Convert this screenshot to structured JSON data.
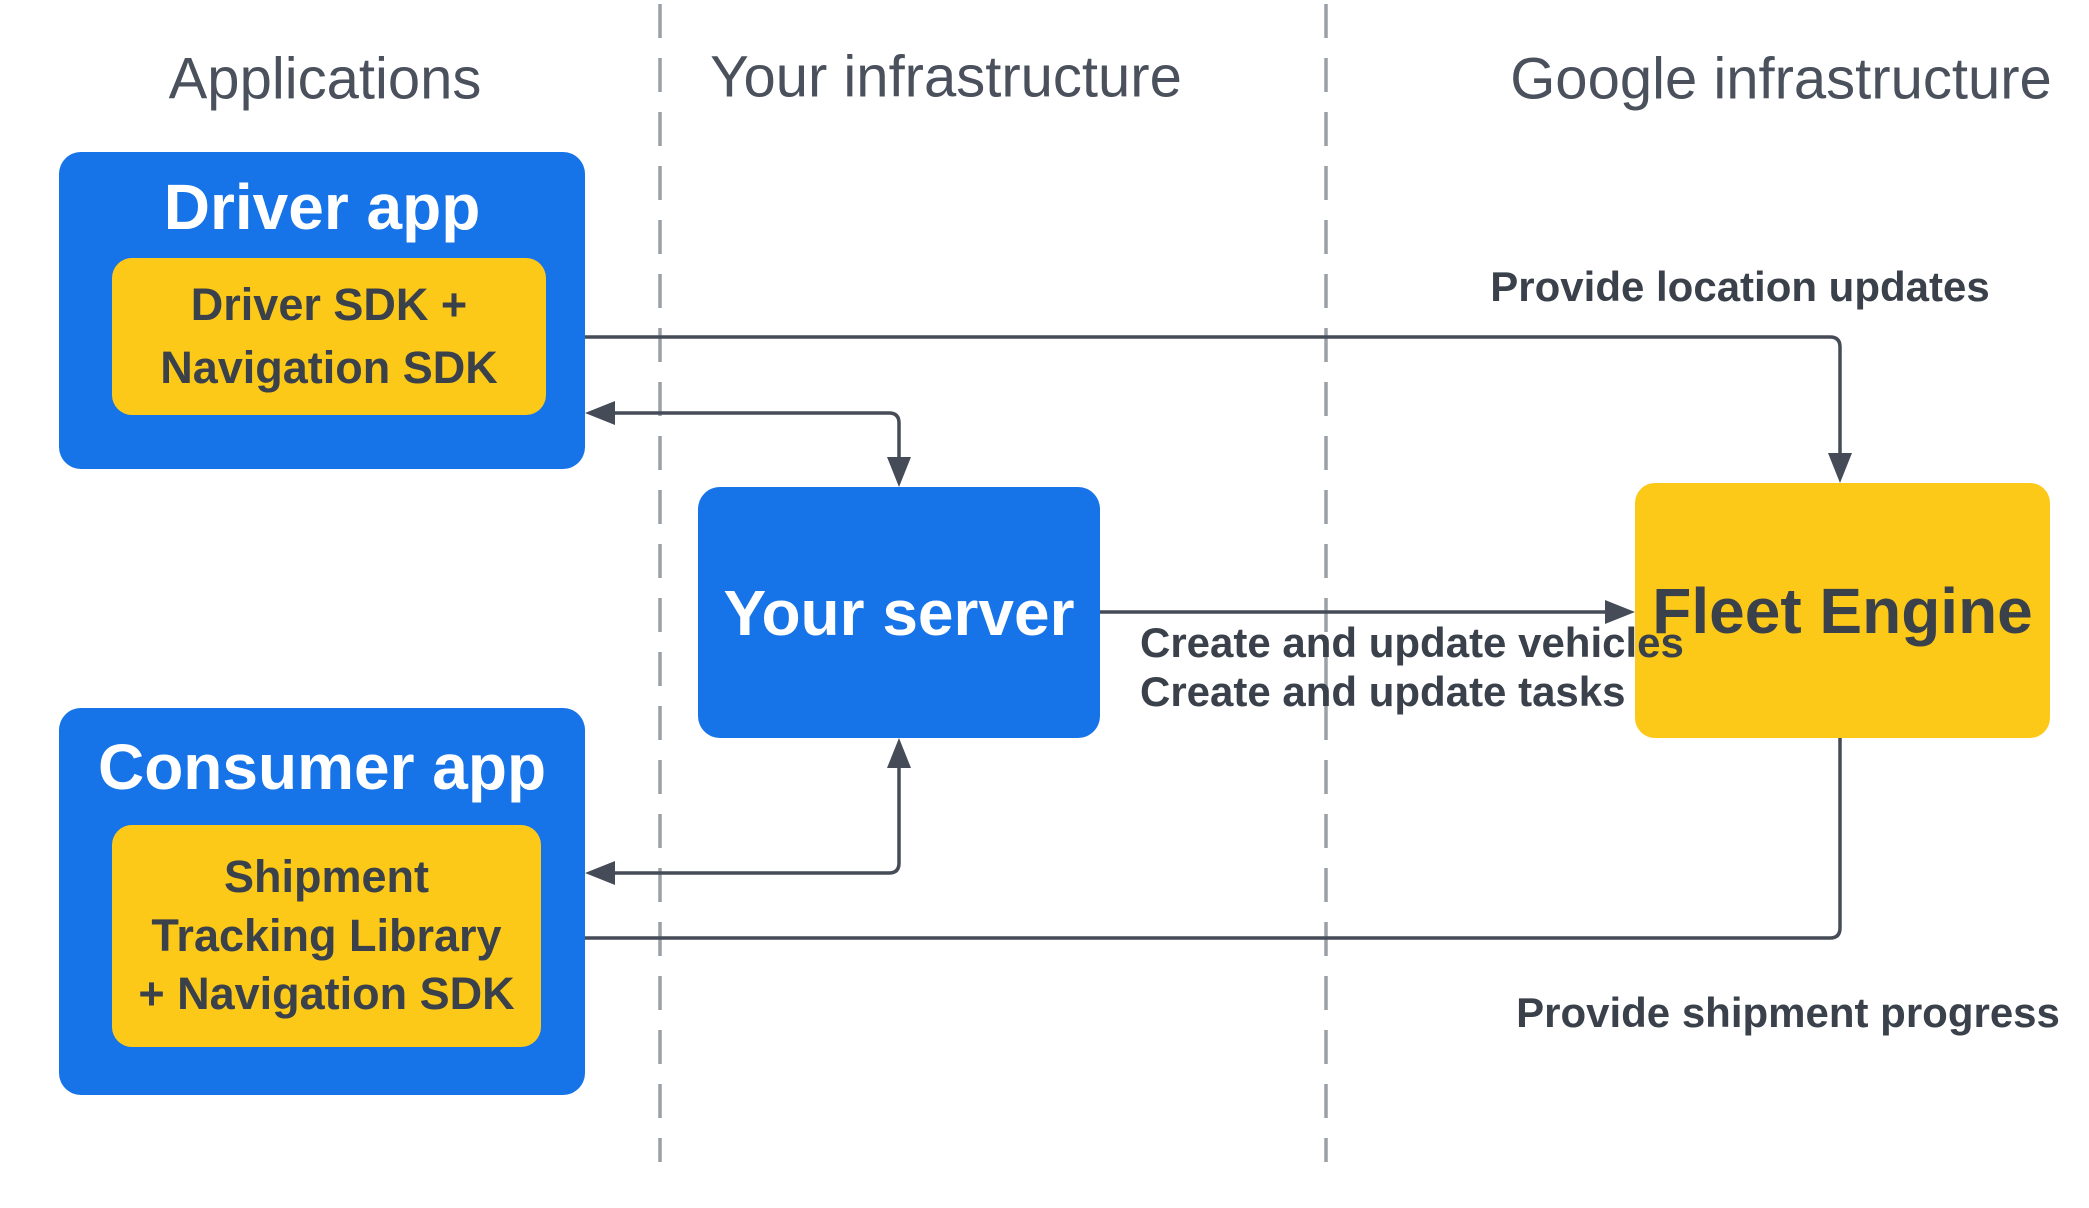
{
  "colors": {
    "blue": "#1673e8",
    "yellow": "#fcc919",
    "line": "#454c57",
    "dash": "#9aa0a6",
    "text-dark": "#3a414b",
    "text-header": "#4a515c",
    "white": "#ffffff"
  },
  "columns": {
    "applications": "Applications",
    "your_infrastructure": "Your infrastructure",
    "google_infrastructure": "Google infrastructure"
  },
  "nodes": {
    "driver_app": {
      "title": "Driver app",
      "sdk_line1": "Driver SDK +",
      "sdk_line2": "Navigation SDK"
    },
    "consumer_app": {
      "title": "Consumer app",
      "sdk_line1": "Shipment",
      "sdk_line2": "Tracking Library",
      "sdk_line3": "+ Navigation SDK"
    },
    "your_server": {
      "title": "Your server"
    },
    "fleet_engine": {
      "title": "Fleet Engine"
    }
  },
  "edge_labels": {
    "provide_location_updates": "Provide location updates",
    "create_update_vehicles": "Create and update vehicles",
    "create_update_tasks": "Create and update tasks",
    "provide_shipment_progress": "Provide shipment progress"
  },
  "edges": [
    {
      "from": "fleet_engine",
      "to": "driver_sdk",
      "label": "Provide location updates",
      "direction": "both"
    },
    {
      "from": "your_server",
      "to": "driver_app",
      "label": "",
      "direction": "both"
    },
    {
      "from": "your_server",
      "to": "fleet_engine",
      "label": "Create and update vehicles / Create and update tasks",
      "direction": "to"
    },
    {
      "from": "your_server",
      "to": "consumer_app",
      "label": "",
      "direction": "both"
    },
    {
      "from": "fleet_engine",
      "to": "shipment_tracking_library",
      "label": "Provide shipment progress",
      "direction": "to"
    }
  ]
}
